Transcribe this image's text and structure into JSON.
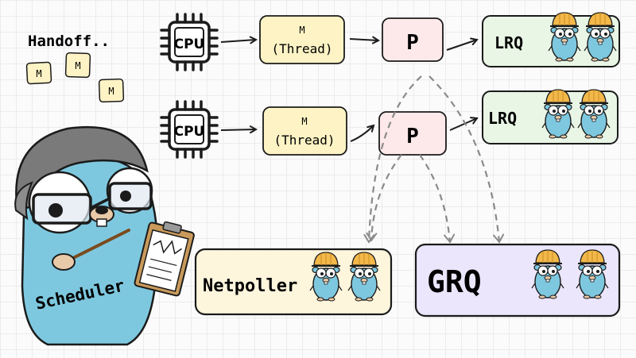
{
  "handoff": {
    "label": "Handoff..",
    "mini_m": [
      "M",
      "M",
      "M"
    ]
  },
  "rows": [
    {
      "cpu": "CPU",
      "m": "M",
      "thread": "(Thread)",
      "p": "P",
      "queue": "LRQ"
    },
    {
      "cpu": "CPU",
      "m": "M",
      "thread": "(Thread)",
      "p": "P",
      "queue": "LRQ"
    }
  ],
  "netpoller": {
    "label": "Netpoller"
  },
  "grq": {
    "label": "GRQ"
  },
  "scheduler": {
    "label": "Scheduler"
  },
  "colors": {
    "m_fill": "#fdf3c4",
    "p_fill": "#fde9e9",
    "lrq_fill": "#e9f6e6",
    "netpoller_fill": "#fdf5dc",
    "grq_fill": "#ebe6fb",
    "gopher_body": "#7ec8df",
    "hard_hat": "#f2b84a",
    "cap": "#7a7a7a"
  }
}
